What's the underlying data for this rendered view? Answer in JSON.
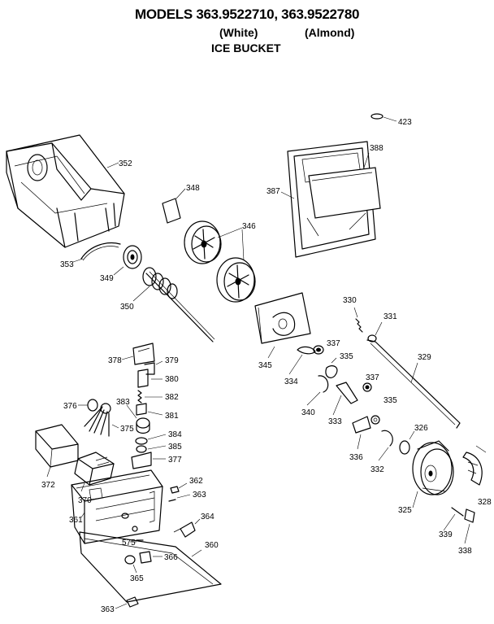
{
  "header": {
    "title": "MODELS 363.9522710, 363.9522780",
    "variant_white": "(White)",
    "variant_almond": "(Almond)",
    "section": "ICE BUCKET"
  },
  "callouts": {
    "p423": "423",
    "p352": "352",
    "p348": "348",
    "p387": "387",
    "p388": "388",
    "p346": "346",
    "p353": "353",
    "p349": "349",
    "p350": "350",
    "p330": "330",
    "p331": "331",
    "p345": "345",
    "p337a": "337",
    "p335a": "335",
    "p329": "329",
    "p334": "334",
    "p337b": "337",
    "p340": "340",
    "p333": "333",
    "p335b": "335",
    "p378": "378",
    "p379": "379",
    "p380": "380",
    "p382": "382",
    "p376": "376",
    "p383": "383",
    "p375": "375",
    "p381": "381",
    "p384": "384",
    "p385": "385",
    "p377": "377",
    "p326": "326",
    "p336": "336",
    "p332": "332",
    "p372": "372",
    "p370": "370",
    "p328": "328",
    "p362": "362",
    "p363a": "363",
    "p325": "325",
    "p361": "361",
    "p364": "364",
    "p339": "339",
    "p575": "575",
    "p360": "360",
    "p338": "338",
    "p366": "366",
    "p365": "365",
    "p363b": "363"
  }
}
